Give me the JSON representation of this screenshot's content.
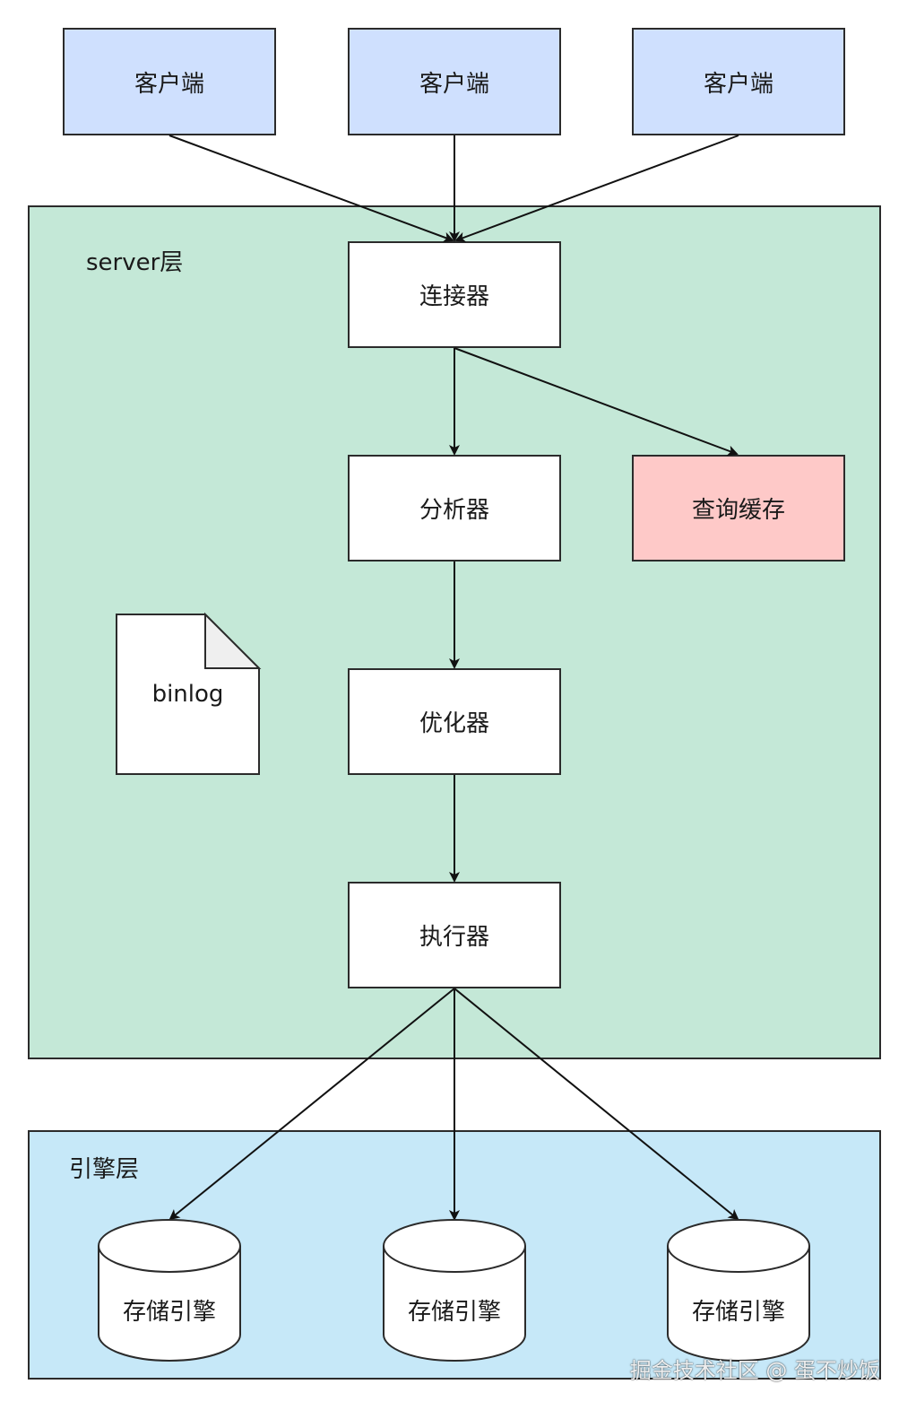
{
  "clients": [
    {
      "label": "客户端"
    },
    {
      "label": "客户端"
    },
    {
      "label": "客户端"
    }
  ],
  "server_layer": {
    "label": "server层",
    "components": {
      "connector": "连接器",
      "analyzer": "分析器",
      "optimizer": "优化器",
      "executor": "执行器",
      "query_cache": "查询缓存"
    },
    "binlog": "binlog"
  },
  "engine_layer": {
    "label": "引擎层",
    "engines": [
      {
        "label": "存储引擎"
      },
      {
        "label": "存储引擎"
      },
      {
        "label": "存储引擎"
      }
    ]
  },
  "watermark": "掘金技术社区 @ 蛋不炒饭",
  "colors": {
    "client_fill": "#cfe0fe",
    "server_layer_fill": "#c4e8d7",
    "engine_layer_fill": "#c6e8f8",
    "query_cache_fill": "#fec9c8",
    "stroke": "#2b2b2b"
  }
}
